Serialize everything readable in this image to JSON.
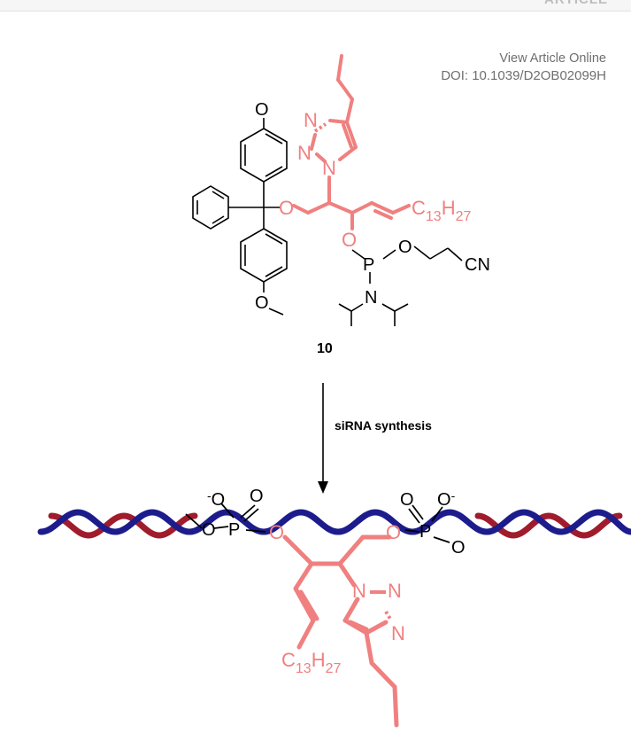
{
  "header": {
    "top_text": "ARTICLE",
    "view_article_link": "View Article Online",
    "doi": "DOI: 10.1039/D2OB02099H"
  },
  "scheme": {
    "compound_label": "10",
    "arrow_label": "siRNA synthesis",
    "substituent_top": {
      "main": "C",
      "sub1": "13",
      "main2": "H",
      "sub2": "27"
    },
    "substituent_bottom": {
      "main": "C",
      "sub1": "13",
      "main2": "H",
      "sub2": "27"
    }
  },
  "atoms": {
    "O": "O",
    "N": "N",
    "P": "P",
    "CN": "CN",
    "minus": "-"
  },
  "colors": {
    "lipid": "#f08080",
    "rna_blue": "#1c1c8c",
    "rna_red": "#a01c2c",
    "bond": "#000000"
  }
}
